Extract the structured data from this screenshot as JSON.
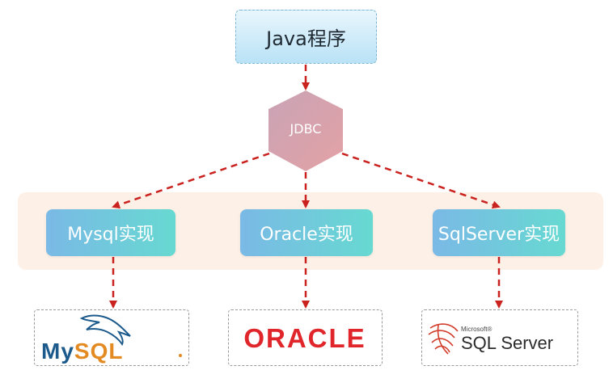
{
  "java": {
    "label": "Java程序"
  },
  "jdbc": {
    "label": "JDBC"
  },
  "implementations": [
    {
      "label": "Mysql实现"
    },
    {
      "label": "Oracle实现"
    },
    {
      "label": "SqlServer实现"
    }
  ],
  "logos": {
    "mysql": {
      "text": "MySQL",
      "color_my": "#1c5a8c",
      "color_sql": "#e48a23"
    },
    "oracle": {
      "text": "ORACLE",
      "color": "#e0262a"
    },
    "sqlserver": {
      "small": "Microsoft®",
      "text": "SQL Server",
      "swirl_color": "#d23c2b"
    }
  },
  "colors": {
    "arrow": "#c9221f",
    "hexagon": "#d69aa8",
    "band": "#fdf0e6"
  }
}
